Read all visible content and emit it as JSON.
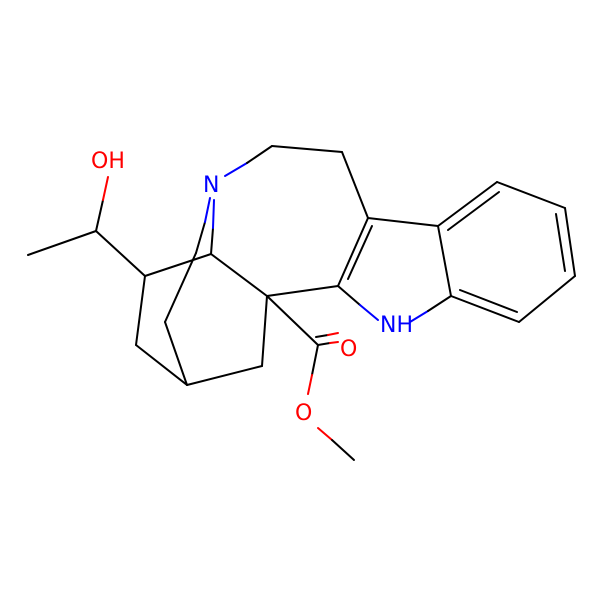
{
  "molecule": {
    "atoms": {
      "hydroxyl": "OH",
      "amine_bridge": "N",
      "indole_nh": "NH",
      "carbonyl_o": "O",
      "ester_o": "O"
    },
    "colors": {
      "carbon_bond": "#000000",
      "nitrogen": "#0000ff",
      "oxygen": "#ff0000",
      "background": "#ffffff"
    }
  }
}
